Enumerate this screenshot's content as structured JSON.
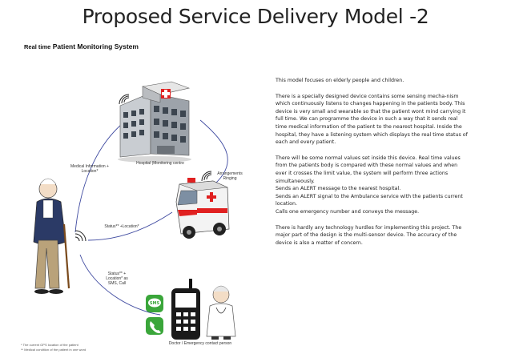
{
  "title": "Proposed Service Delivery Model -2",
  "subtitle": {
    "prefix": "Real time",
    "rest": "Patient Monitoring System"
  },
  "labels": {
    "hospital": "Hospital (Monitoring centre",
    "medical_info": "Medical Information +\nLocation*",
    "arrangements": "Arrangements\nRinging",
    "status_location": "Status** +Location*",
    "status_sms": "Status** +\nLocation* as\nSMS, Call",
    "doctor": "Doctor / Emergency contact person"
  },
  "description": {
    "p1": "This model focuses on elderly people and children.",
    "p2": "There is a specially designed device contains some sensing mecha-nism which continuously listens to changes happening in the patients body. This device is very small and wearable so that the patient wont mind carrying it full time. We can programme the device in such a way that it sends real time medical information of the patient to the nearest hospital. Inside the hospital, they have a listening system which displays the real time status of each and every patient.",
    "p3_lines": [
      "There will be some normal values set inside this device. Real time values from the patients body is compared with these normal values and when ever it crosses the limit value, the system will perform three actions simultaneously.",
      "Sends an ALERT message to the nearest hospital.",
      "Sends an ALERT signal to the Ambulance service with the patients current location.",
      "Calls one emergency number and conveys the message."
    ],
    "p4": "There is hardly any technology hurdles for implementing this project. The major part of the design is the multi-sensor device. The accuracy of the device is also a matter of concern."
  },
  "footnote": {
    "line1": "* The current GPS location of the patient",
    "line2": "** Medical condition of the patient in one word"
  },
  "colors": {
    "line": "#3f4aa0",
    "cross": "#e02020",
    "phone_green": "#3aa63a"
  }
}
